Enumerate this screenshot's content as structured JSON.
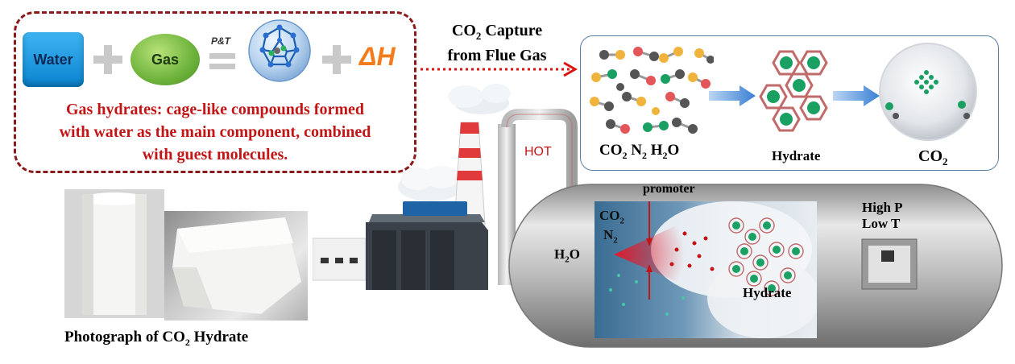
{
  "equation": {
    "water": "Water",
    "gas": "Gas",
    "condition": "P&T",
    "enthalpy": "ΔH"
  },
  "definition_lines": [
    "Gas hydrates: cage-like compounds formed",
    "with water as the main component, combined",
    "with guest molecules."
  ],
  "capture": {
    "line1_prefix": "CO",
    "line1_sub": "2",
    "line1_suffix": " Capture",
    "line2": "from Flue Gas"
  },
  "hot_label": "HOT",
  "process": {
    "mix_label": {
      "co": "CO",
      "co_sub": "2",
      "n": " N",
      "n_sub": "2",
      "h": " H",
      "h_sub": "2",
      "o": "O"
    },
    "hydrate_label": "Hydrate",
    "product_label": {
      "co": "CO",
      "sub": "2"
    }
  },
  "reactor": {
    "promoter": "promoter",
    "co2": {
      "t": "CO",
      "s": "2"
    },
    "n2": {
      "t": "N",
      "s": "2"
    },
    "h2o": {
      "t": "H",
      "s": "2",
      "e": "O"
    },
    "hydrate": "Hydrate",
    "high_p": "High P",
    "low_t": "Low T"
  },
  "photo_caption": {
    "prefix": "Photograph of CO",
    "sub": "2",
    "suffix": " Hydrate"
  },
  "colors": {
    "accent_red": "#c31515",
    "border_red": "#8b1a1a",
    "orange": "#f27c1c",
    "cage_green": "#1aa062"
  }
}
